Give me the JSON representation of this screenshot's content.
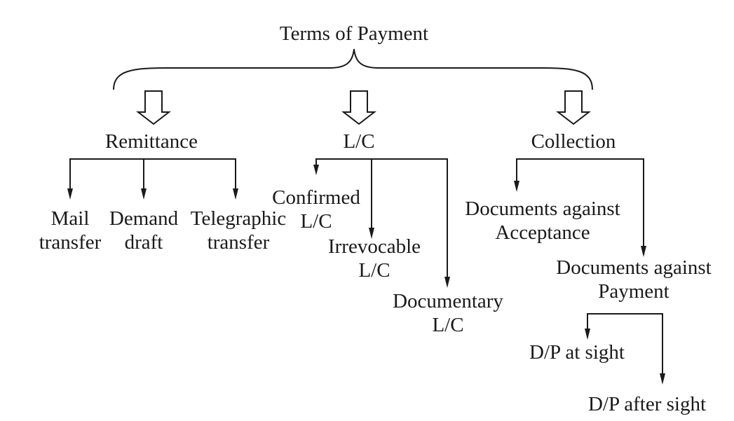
{
  "title": "Terms of Payment",
  "categories": {
    "remittance": {
      "label": "Remittance",
      "children": [
        {
          "lines": [
            "Mail",
            "transfer"
          ]
        },
        {
          "lines": [
            "Demand",
            "draft"
          ]
        },
        {
          "lines": [
            "Telegraphic",
            "transfer"
          ]
        }
      ]
    },
    "lc": {
      "label": "L/C",
      "children": [
        {
          "lines": [
            "Confirmed",
            "L/C"
          ]
        },
        {
          "lines": [
            "Irrevocable",
            "L/C"
          ]
        },
        {
          "lines": [
            "Documentary",
            "L/C"
          ]
        }
      ]
    },
    "collection": {
      "label": "Collection",
      "children": [
        {
          "lines": [
            "Documents against",
            "Acceptance"
          ]
        },
        {
          "lines": [
            "Documents against",
            "Payment"
          ]
        }
      ],
      "payment_children": [
        {
          "lines": [
            "D/P at sight"
          ]
        },
        {
          "lines": [
            "D/P after sight"
          ]
        }
      ]
    }
  }
}
